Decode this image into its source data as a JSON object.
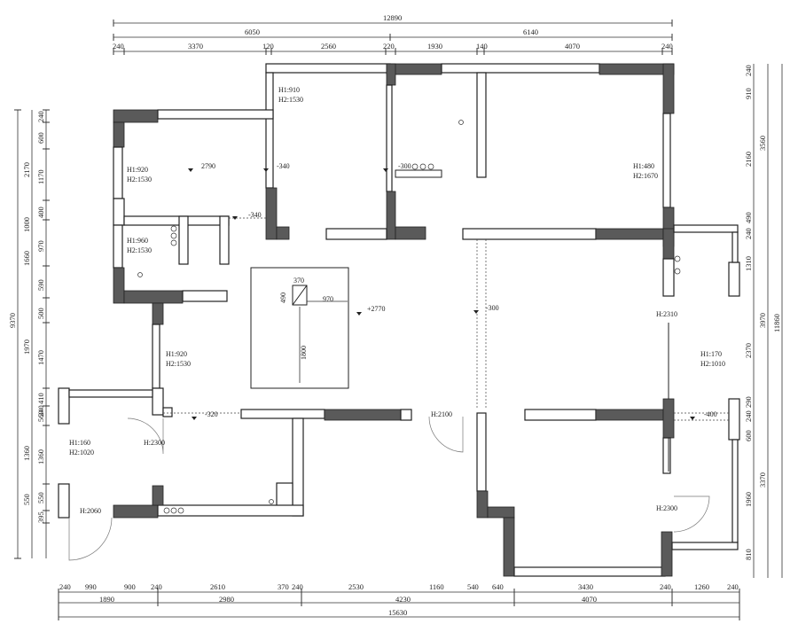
{
  "top_dims": {
    "overall": "12890",
    "left_group": "6050",
    "right_group": "6140",
    "segments": [
      "240",
      "3370",
      "120",
      "2560",
      "220",
      "1930",
      "140",
      "4070",
      "240"
    ]
  },
  "bottom_dims": {
    "row1": [
      "240",
      "990",
      "900",
      "240",
      "2610",
      "370",
      "240",
      "2530",
      "1160",
      "540",
      "640",
      "3430",
      "240",
      "1260",
      "240"
    ],
    "row2": [
      "1890",
      "2980",
      "4230",
      "4070"
    ],
    "overall": "15630"
  },
  "left_dims": {
    "overall": "9370",
    "group": [
      "2170",
      "1660",
      "1970",
      "1360",
      "550"
    ],
    "segments": [
      "240",
      "600",
      "1170",
      "400",
      "970",
      "590",
      "500",
      "1470",
      "410",
      "560",
      "240",
      "1360",
      "550",
      "395"
    ],
    "extra": "1000"
  },
  "right_dims": {
    "overall": "11860",
    "group": [
      "3560",
      "3970",
      "3370"
    ],
    "segments": [
      "240",
      "910",
      "2160",
      "490",
      "240",
      "1310",
      "2370",
      "290",
      "240",
      "600",
      "1960",
      "810"
    ]
  },
  "window_notes": {
    "w_top_mid": [
      "H1:910",
      "H2:1530"
    ],
    "w_left_1": [
      "H1:920",
      "H2:1530"
    ],
    "w_left_2": [
      "H1:960",
      "H2:1530"
    ],
    "w_left_3": [
      "H1:920",
      "H2:1530"
    ],
    "w_left_4": [
      "H1:160",
      "H2:1020"
    ],
    "w_right_top": [
      "H1:480",
      "H2:1670"
    ],
    "w_right_mid": [
      "H1:170",
      "H2:1010"
    ]
  },
  "door_notes": {
    "d1": "H:2310",
    "d2": "H:2300",
    "d3": "H:2100",
    "d4": "H:2060",
    "d5": "H:2300"
  },
  "levels": {
    "l1": "2790",
    "l2": "-340",
    "l3": "-300",
    "l4": "-340",
    "l5": "+2770",
    "l6": "-300",
    "l7": "-320",
    "l8": "-400"
  },
  "beam": {
    "w": "370",
    "h": "490",
    "d": "970",
    "len": "1800"
  }
}
